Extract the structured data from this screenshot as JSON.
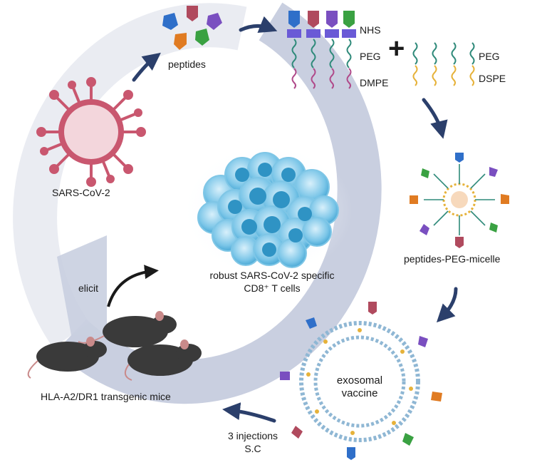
{
  "labels": {
    "peptides": "peptides",
    "nhs": "NHS",
    "peg_left": "PEG",
    "dmpe": "DMPE",
    "plus": "+",
    "peg_right": "PEG",
    "dspe": "DSPE",
    "virus": "SARS-CoV-2",
    "tcells_line1": "robust SARS-CoV-2 specific",
    "tcells_line2": "CD8⁺ T cells",
    "micelle": "peptides-PEG-micelle",
    "elicit": "elicit",
    "exosome_line1": "exosomal",
    "exosome_line2": "vaccine",
    "mice": "HLA-A2/DR1 transgenic mice",
    "injections_line1": "3 injections",
    "injections_line2": "S.C"
  },
  "icons": {
    "virus": "coronavirus-icon",
    "peptide": "peptide-fragment-icon",
    "lipid": "lipid-chain-icon",
    "micelle": "micelle-icon",
    "cells": "t-cell-cluster-icon",
    "exosome": "exosome-icon",
    "mouse": "mouse-icon",
    "arrow": "process-arrow-icon"
  },
  "colors": {
    "ring": "#c9cfe0",
    "arrow": "#2b3f6b",
    "peptide_blue": "#2f6fc9",
    "peptide_red": "#b04a5e",
    "peptide_purple": "#7a4fc0",
    "peptide_green": "#3aa142",
    "peptide_orange": "#e07b22",
    "nhs": "#6a5ad6",
    "peg": "#2f8a7a",
    "dmpe": "#b04a8a",
    "dspe": "#e6b23a",
    "virus": "#c9576f",
    "cell": "#5bb8e0",
    "mouse": "#3a3a3a"
  }
}
